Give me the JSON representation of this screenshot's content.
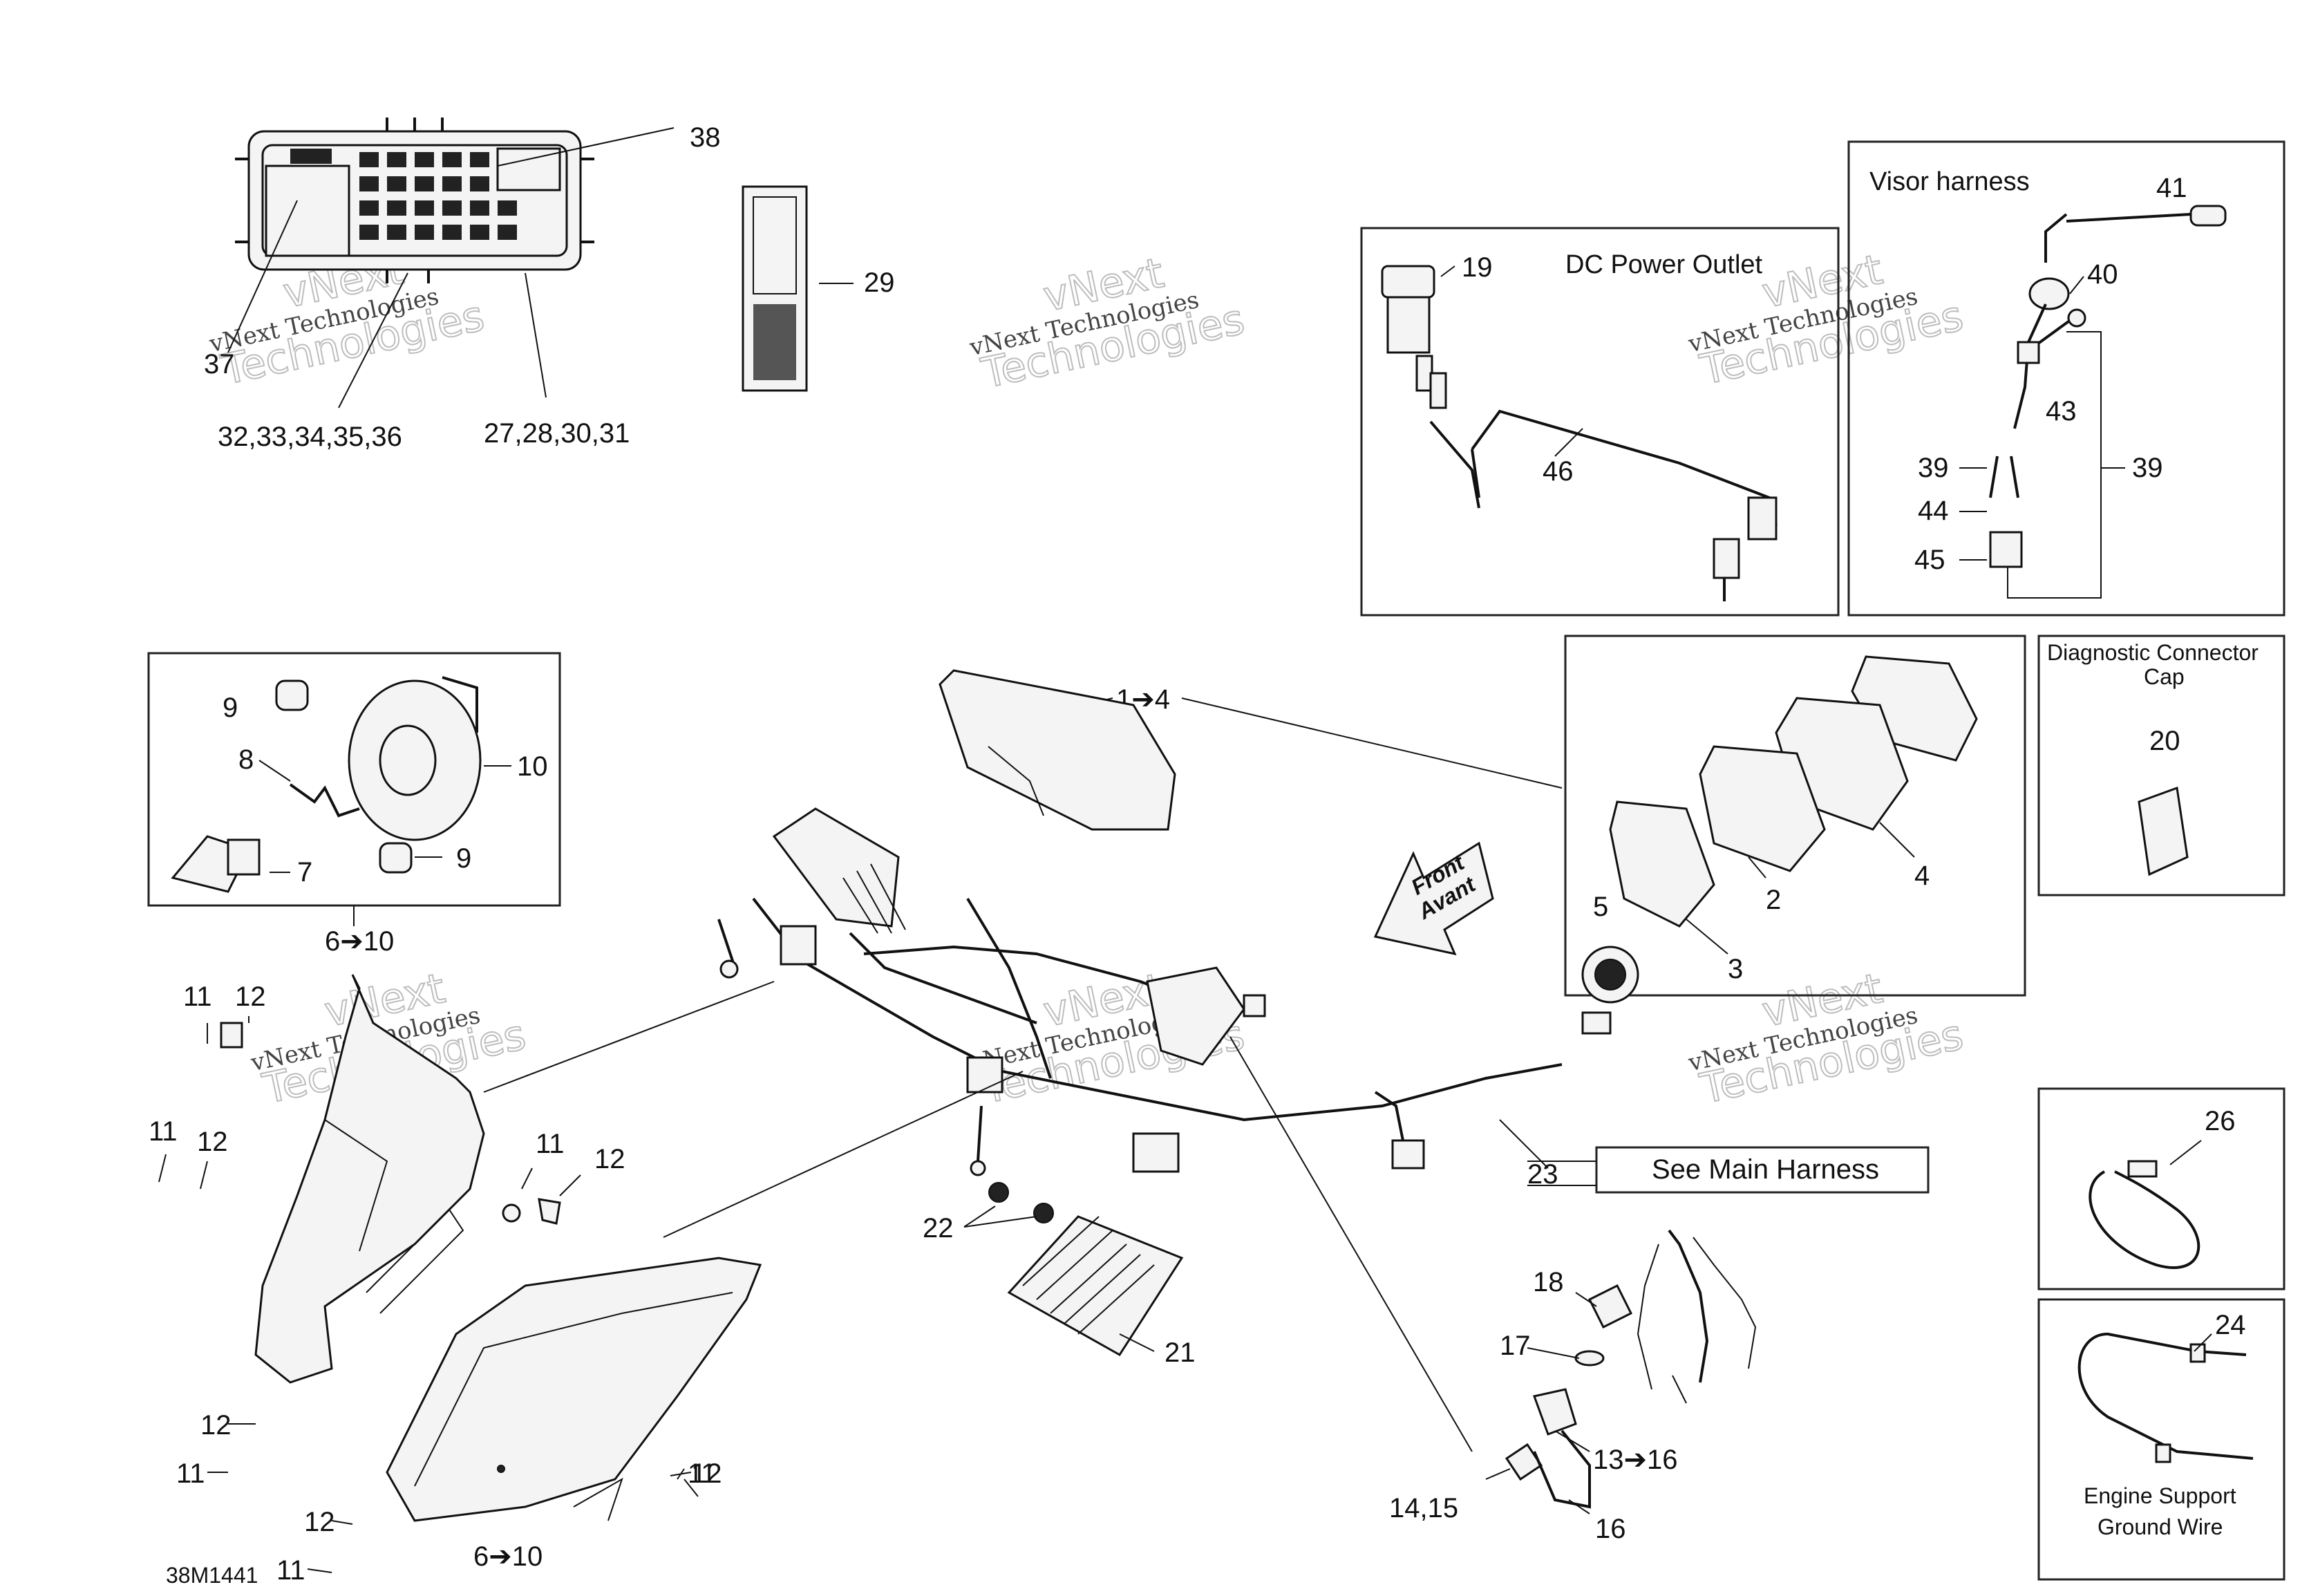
{
  "diagram_code": "38M1441",
  "watermark": {
    "line1": "vNext",
    "line2": "vNext Technologies",
    "line3": "Technologies"
  },
  "boxes": {
    "dc_power_outlet": "DC Power Outlet",
    "visor_harness": "Visor harness",
    "diagnostic_cap_line1": "Diagnostic Connector",
    "diagnostic_cap_line2": "Cap",
    "see_main_harness": "See Main Harness",
    "engine_support_line1": "Engine Support",
    "engine_support_line2": "Ground Wire"
  },
  "front_arrow": {
    "line1": "Front",
    "line2": "Avant"
  },
  "callouts": {
    "c38": "38",
    "c37": "37",
    "c32_36": "32,33,34,35,36",
    "c27_31": "27,28,30,31",
    "c29": "29",
    "c19": "19",
    "c46": "46",
    "c41": "41",
    "c40": "40",
    "c43": "43",
    "c39a": "39",
    "c39b": "39",
    "c44": "44",
    "c45": "45",
    "c9a": "9",
    "c8": "8",
    "c10": "10",
    "c7": "7",
    "c9b": "9",
    "c6_10a": "6➔10",
    "c1_4": "1➔4",
    "c4": "4",
    "c2": "2",
    "c5": "5",
    "c3": "3",
    "c20": "20",
    "c11a": "11",
    "c12a": "12",
    "c11b": "11",
    "c12b": "12",
    "c11c": "11",
    "c12c": "12",
    "c22": "22",
    "c21": "21",
    "c23": "23",
    "c26": "26",
    "c24": "24",
    "c18": "18",
    "c17": "17",
    "c13_16": "13➔16",
    "c14_15": "14,15",
    "c16": "16",
    "c12d": "12",
    "c11d": "11",
    "c12e": "12",
    "c11e": "11",
    "c12f": "12",
    "c11f": "11",
    "c6_10b": "6➔10"
  }
}
